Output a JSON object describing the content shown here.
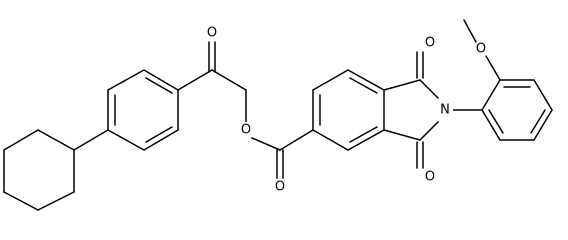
{
  "molecule": {
    "atom_labels": {
      "o_ketone": "O",
      "o_ester": "O",
      "o_carbonyl": "O",
      "o_imide_top": "O",
      "o_imide_bottom": "O",
      "o_methoxy": "O",
      "n_imide": "N"
    },
    "colors": {
      "bond": "#000000",
      "label": "#000000",
      "background": "#ffffff"
    }
  }
}
